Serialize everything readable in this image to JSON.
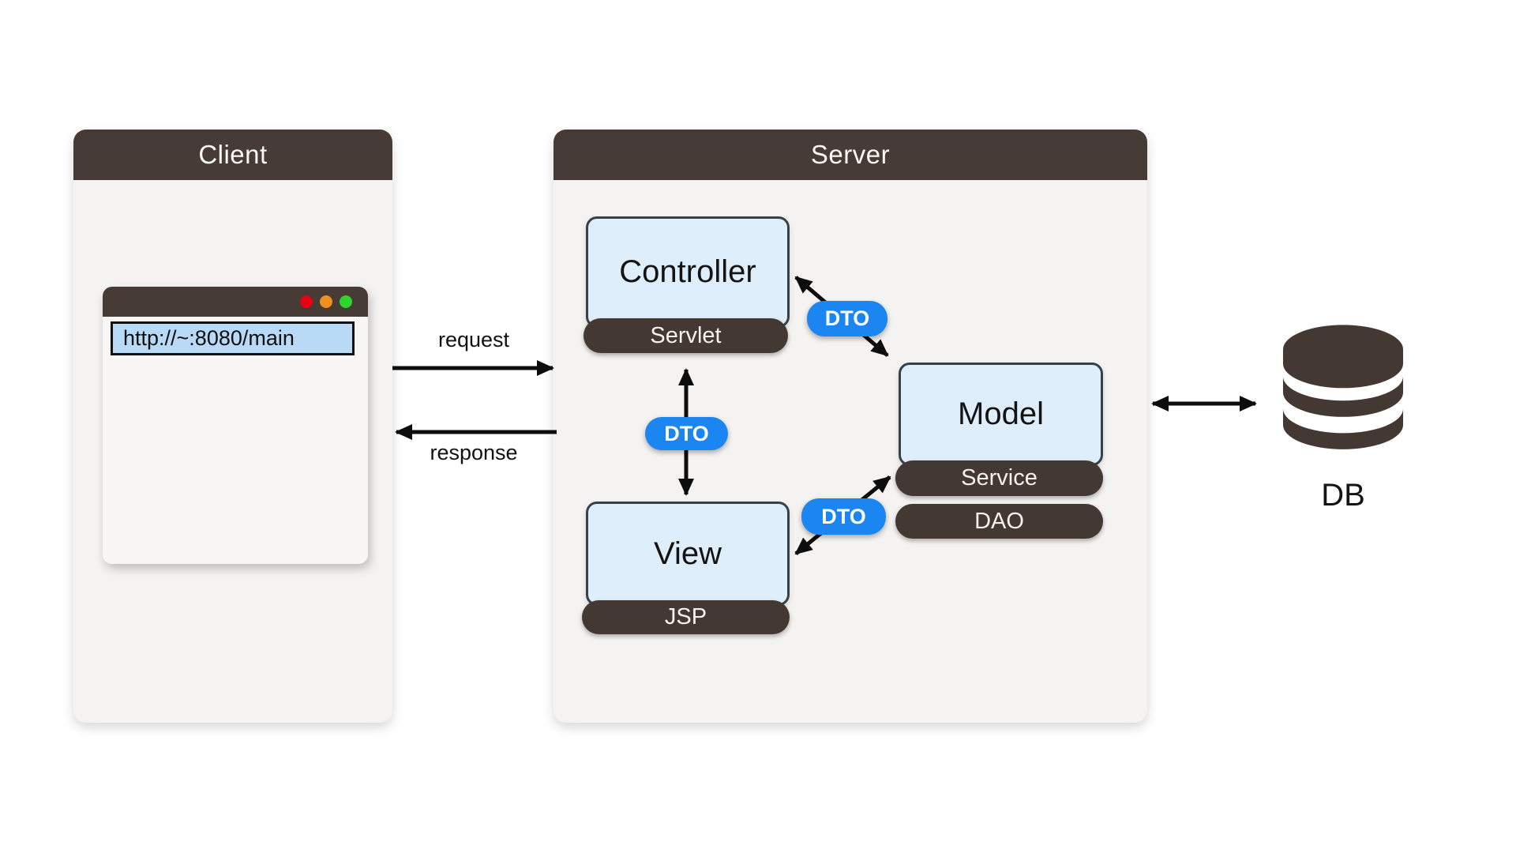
{
  "colors": {
    "panel_header_brown": "#473b36",
    "pill_brown": "#443833",
    "panel_background": "#f4f3f1",
    "component_box_fill": "#dfeefb",
    "component_box_border": "#36424a",
    "dto_blue": "#1b86f1",
    "url_bar_blue": "#b9daf7",
    "traffic_light_red": "#e60012",
    "traffic_light_orange": "#ed9121",
    "traffic_light_green": "#2ed52c",
    "arrow_black": "#0d0d0d"
  },
  "client": {
    "title": "Client",
    "browser": {
      "url": "http://~:8080/main",
      "traffic_lights": [
        "red",
        "orange",
        "green"
      ]
    }
  },
  "server": {
    "title": "Server",
    "controller": {
      "label": "Controller",
      "pill": "Servlet"
    },
    "model": {
      "label": "Model",
      "pills": [
        "Service",
        "DAO"
      ]
    },
    "view": {
      "label": "View",
      "pill": "JSP"
    },
    "dto": {
      "controller_model": "DTO",
      "servlet_view": "DTO",
      "view_service": "DTO"
    }
  },
  "flows": {
    "request": "request",
    "response": "response"
  },
  "database": {
    "label": "DB"
  }
}
